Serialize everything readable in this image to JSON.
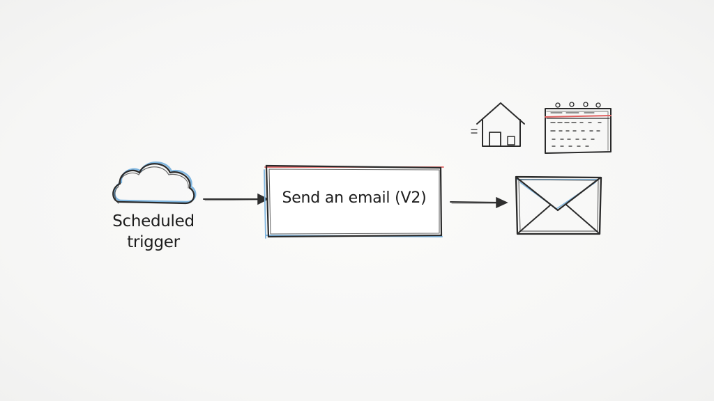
{
  "diagram": {
    "trigger": {
      "label_line1": "Scheduled",
      "label_line2": "trigger",
      "icon": "cloud-icon"
    },
    "action": {
      "label": "Send an email (V2)"
    },
    "output": {
      "icon": "envelope-icon"
    },
    "extra_icons": [
      "house-icon",
      "calendar-icon"
    ],
    "colors": {
      "stroke": "#2a2a2a",
      "accent_blue": "#7fb6e0",
      "accent_red": "#e06060"
    }
  }
}
